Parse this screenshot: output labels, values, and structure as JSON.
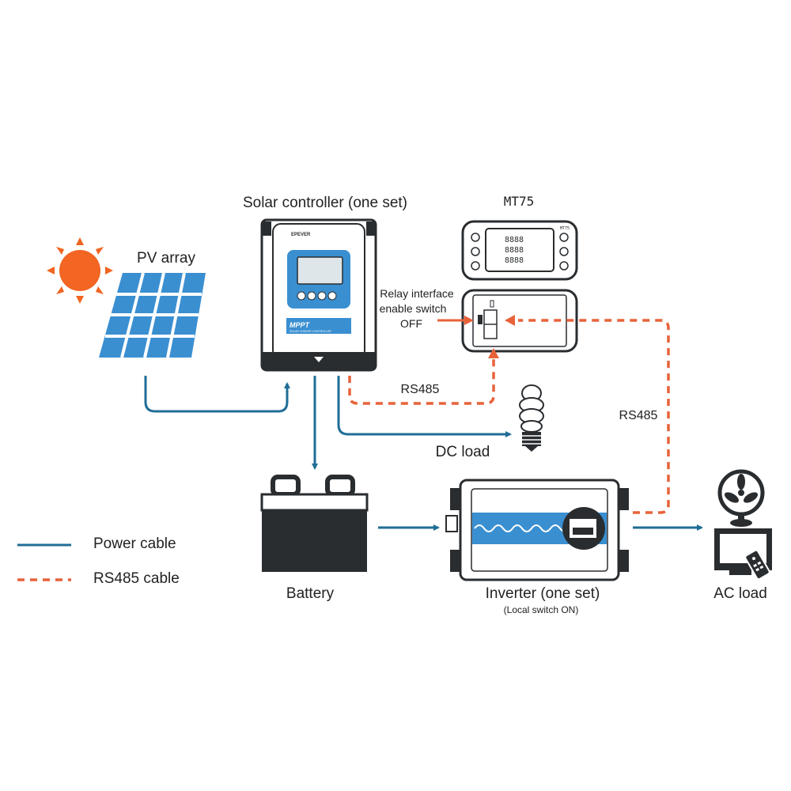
{
  "labels": {
    "pv_array": "PV array",
    "solar_controller": "Solar controller (one set)",
    "mt75": "MT75",
    "relay_line1": "Relay interface",
    "relay_line2": "enable switch",
    "relay_line3": "OFF",
    "rs485_left": "RS485",
    "rs485_right": "RS485",
    "dc_load": "DC load",
    "battery": "Battery",
    "inverter": "Inverter (one set)",
    "inverter_sub": "(Local switch ON)",
    "ac_load": "AC load"
  },
  "legend": {
    "power_cable": "Power cable",
    "rs485_cable": "RS485 cable"
  },
  "controller_text": {
    "mppt": "MPPT",
    "subtitle": "SOLAR CHARGE CONTROLLER",
    "brand": "EPEVER"
  },
  "mt75_text": {
    "model": "MT75",
    "digits": "8888"
  },
  "colors": {
    "power": "#1f6e96",
    "rs485": "#e8623a",
    "device_dark": "#2a2d30",
    "sun": "#f26522",
    "panel": "#3a8fd1"
  }
}
